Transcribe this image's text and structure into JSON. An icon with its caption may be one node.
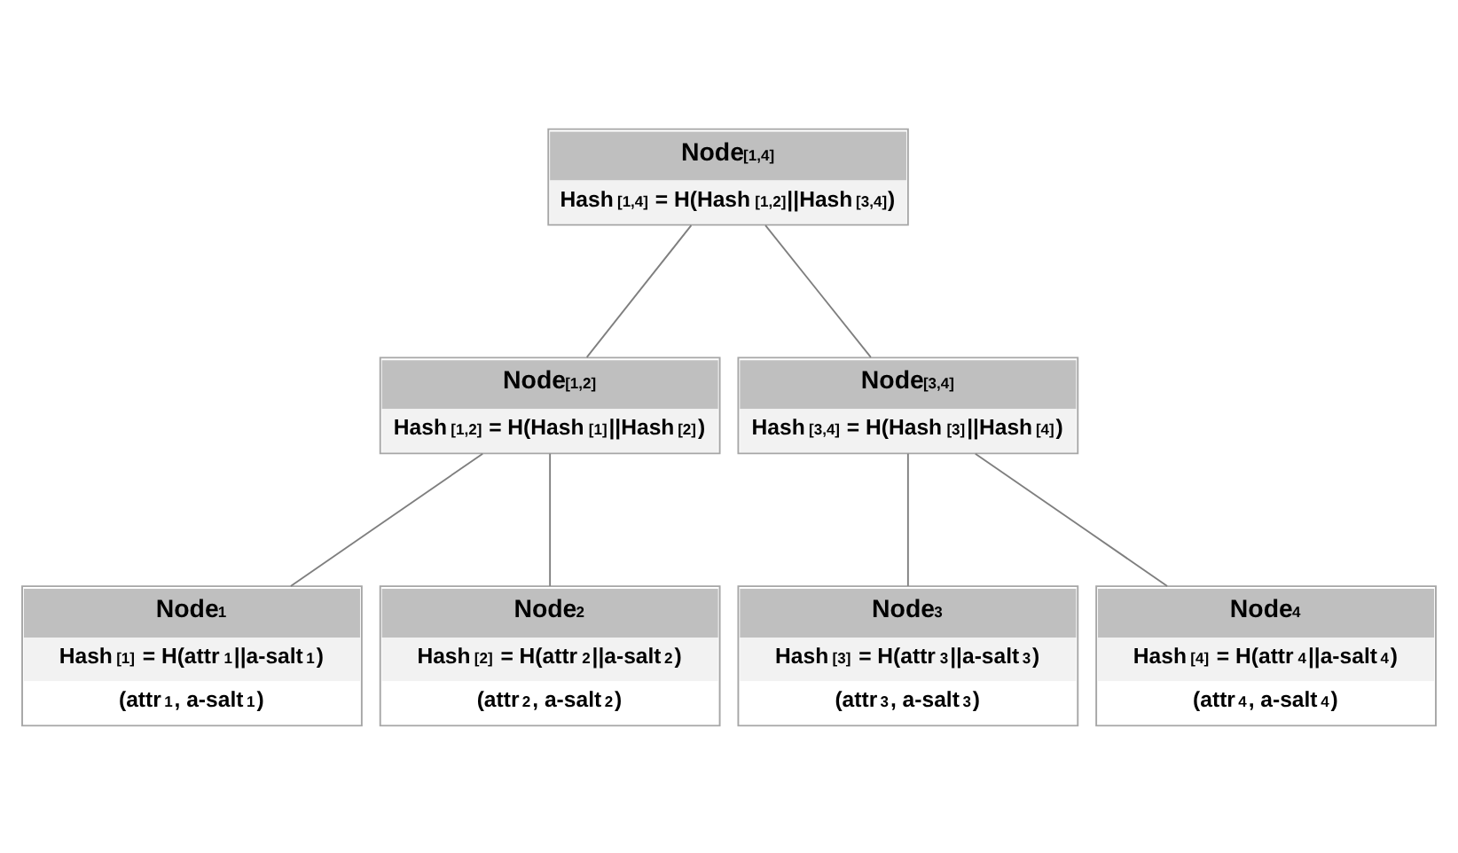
{
  "diagram": {
    "nodes": [
      {
        "text": [
          "Node$_{[1,4]}$",
          "Hash$_{[1,4]}$ = H(Hash$_{[1,2]}$||Hash$_{[3,4]}$)"
        ]
      },
      {
        "text": [
          "Node$_{[1,2]}$",
          "Hash$_{[1,2]}$ = H(Hash$_{[1]}$||Hash$_{[2]}$)"
        ]
      },
      {
        "text": [
          "Node$_{[3,4]}$",
          "Hash$_{[3,4]}$ = H(Hash$_{[3]}$||Hash$_{[4]}$)"
        ]
      },
      {
        "text": [
          "Node$_{1}$",
          "Hash$_{[1]}$ = H(attr$_{1}$||a-salt$_{1}$)",
          "(attr$_{1}$, a-salt$_{1}$)"
        ]
      },
      {
        "text": [
          "Node$_{2}$",
          "Hash$_{[2]}$ = H(attr$_{2}$||a-salt$_{2}$)",
          "(attr$_{2}$, a-salt$_{2}$)"
        ]
      },
      {
        "text": [
          "Node$_{3}$",
          "Hash$_{[3]}$ = H(attr$_{3}$||a-salt$_{3}$)",
          "(attr$_{3}$, a-salt$_{3}$)"
        ]
      },
      {
        "text": [
          "Node$_{4}$",
          "Hash$_{[4]}$ = H(attr$_{4}$||a-salt$_{4}$)",
          "(attr$_{4}$, a-salt$_{4}$)"
        ]
      }
    ],
    "edges": [
      {
        "from": 0,
        "to": 1,
        "arrow": "none"
      },
      {
        "from": 0,
        "to": 2,
        "arrow": "none"
      },
      {
        "from": 1,
        "to": 3,
        "arrow": "none"
      },
      {
        "from": 1,
        "to": 4,
        "arrow": "none"
      },
      {
        "from": 2,
        "to": 5,
        "arrow": "none"
      },
      {
        "from": 2,
        "to": 6,
        "arrow": "none"
      }
    ]
  }
}
